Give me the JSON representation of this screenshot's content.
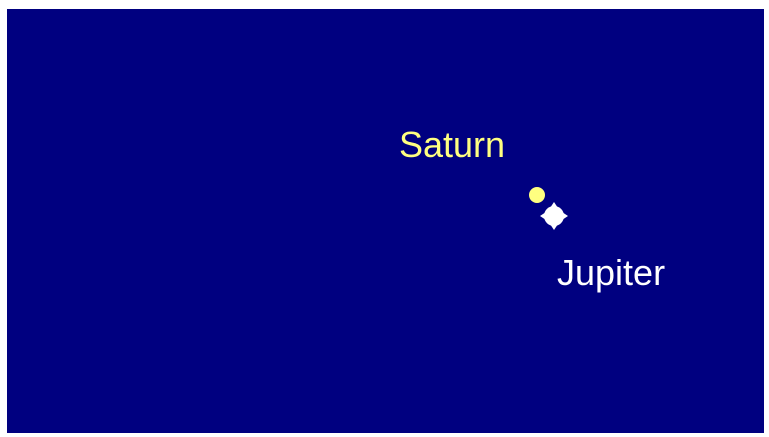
{
  "scene": {
    "sky_color": "#000080",
    "frame_color": "#ffffff",
    "objects": [
      {
        "id": "moon",
        "type": "crescent",
        "color": "#ffffff"
      },
      {
        "id": "saturn",
        "type": "planet",
        "color": "#ffff80"
      },
      {
        "id": "jupiter",
        "type": "planet",
        "color": "#ffffff"
      }
    ]
  },
  "labels": {
    "saturn": "Saturn",
    "jupiter": "Jupiter"
  }
}
